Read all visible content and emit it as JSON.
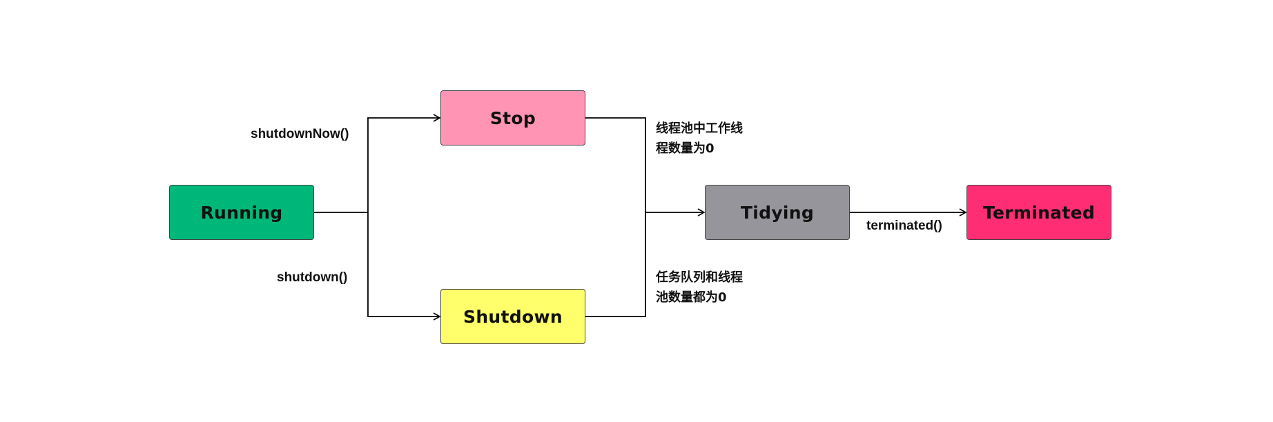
{
  "nodes": {
    "running": {
      "label": "Running",
      "color": "#00b77a"
    },
    "stop": {
      "label": "Stop",
      "color": "#ff94b4"
    },
    "shutdown": {
      "label": "Shutdown",
      "color": "#ffff6b"
    },
    "tidying": {
      "label": "Tidying",
      "color": "#96959b"
    },
    "terminated": {
      "label": "Terminated",
      "color": "#ff2d73"
    }
  },
  "edges": {
    "shutdown_now": "shutdownNow()",
    "shutdown": "shutdown()",
    "terminated": "terminated()"
  },
  "notes": {
    "stop_to_tidying": [
      "线程池中工作线",
      "程数量为0"
    ],
    "shutdown_to_tidying": [
      "任务队列和线程",
      "池数量都为0"
    ]
  },
  "line_color": "#000000"
}
